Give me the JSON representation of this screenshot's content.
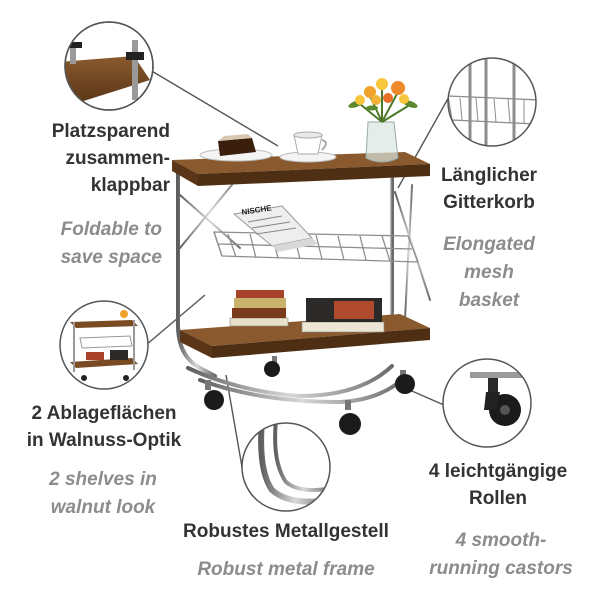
{
  "callouts": {
    "foldable": {
      "de": [
        "Platzsparend",
        "zusammen-",
        "klappbar"
      ],
      "en": [
        "Foldable to",
        "save space"
      ],
      "icon": "folding-hinge-detail"
    },
    "basket": {
      "de": [
        "Länglicher",
        "Gitterkorb"
      ],
      "en": [
        "Elongated",
        "mesh",
        "basket"
      ],
      "icon": "mesh-basket-detail"
    },
    "shelves": {
      "de": [
        "2 Ablageflächen",
        "in Walnuss-Optik"
      ],
      "en": [
        "2 shelves in",
        "walnut look"
      ],
      "icon": "two-shelf-cart-detail"
    },
    "frame": {
      "de": [
        "Robustes Metallgestell"
      ],
      "en": [
        "Robust metal frame"
      ],
      "icon": "metal-frame-detail"
    },
    "castors": {
      "de": [
        "4 leichtgängige",
        "Rollen"
      ],
      "en": [
        "4 smooth-",
        "running castors"
      ],
      "icon": "castor-wheel-detail"
    }
  },
  "product": {
    "name_text_on_newspaper": "NISCHE",
    "colors": {
      "walnut": "#6b4320",
      "walnut_light": "#8a5a2e",
      "chrome": "#9a9a9a",
      "label_de": "#333333",
      "label_en": "#8c8c8c"
    }
  }
}
